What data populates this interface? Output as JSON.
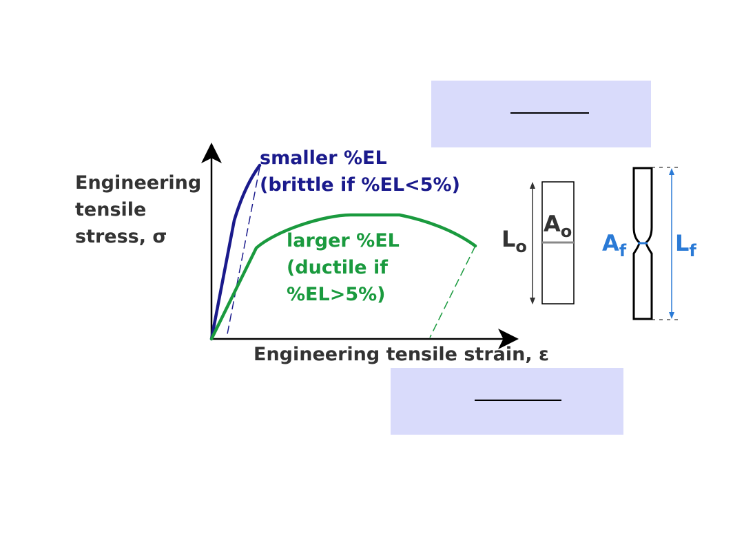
{
  "stress_axis_label": [
    "Engineering",
    "tensile",
    "stress, σ"
  ],
  "strain_axis_label": "Engineering tensile strain, ε",
  "brittle_annotation": [
    "smaller %EL",
    "(brittle if %EL<5%)"
  ],
  "ductile_annotation": [
    "larger %EL",
    "(ductile if",
    "%EL>5%)"
  ],
  "specimen": {
    "original_length": "L",
    "original_length_sub": "o",
    "original_area": "A",
    "original_area_sub": "o",
    "final_area": "A",
    "final_area_sub": "f",
    "final_length": "L",
    "final_length_sub": "f"
  },
  "colors": {
    "brittle": "#1a1a8c",
    "ductile": "#1a9a3e",
    "specimen_final": "#2a7ad6",
    "formula_box": "#d9dbfb"
  }
}
